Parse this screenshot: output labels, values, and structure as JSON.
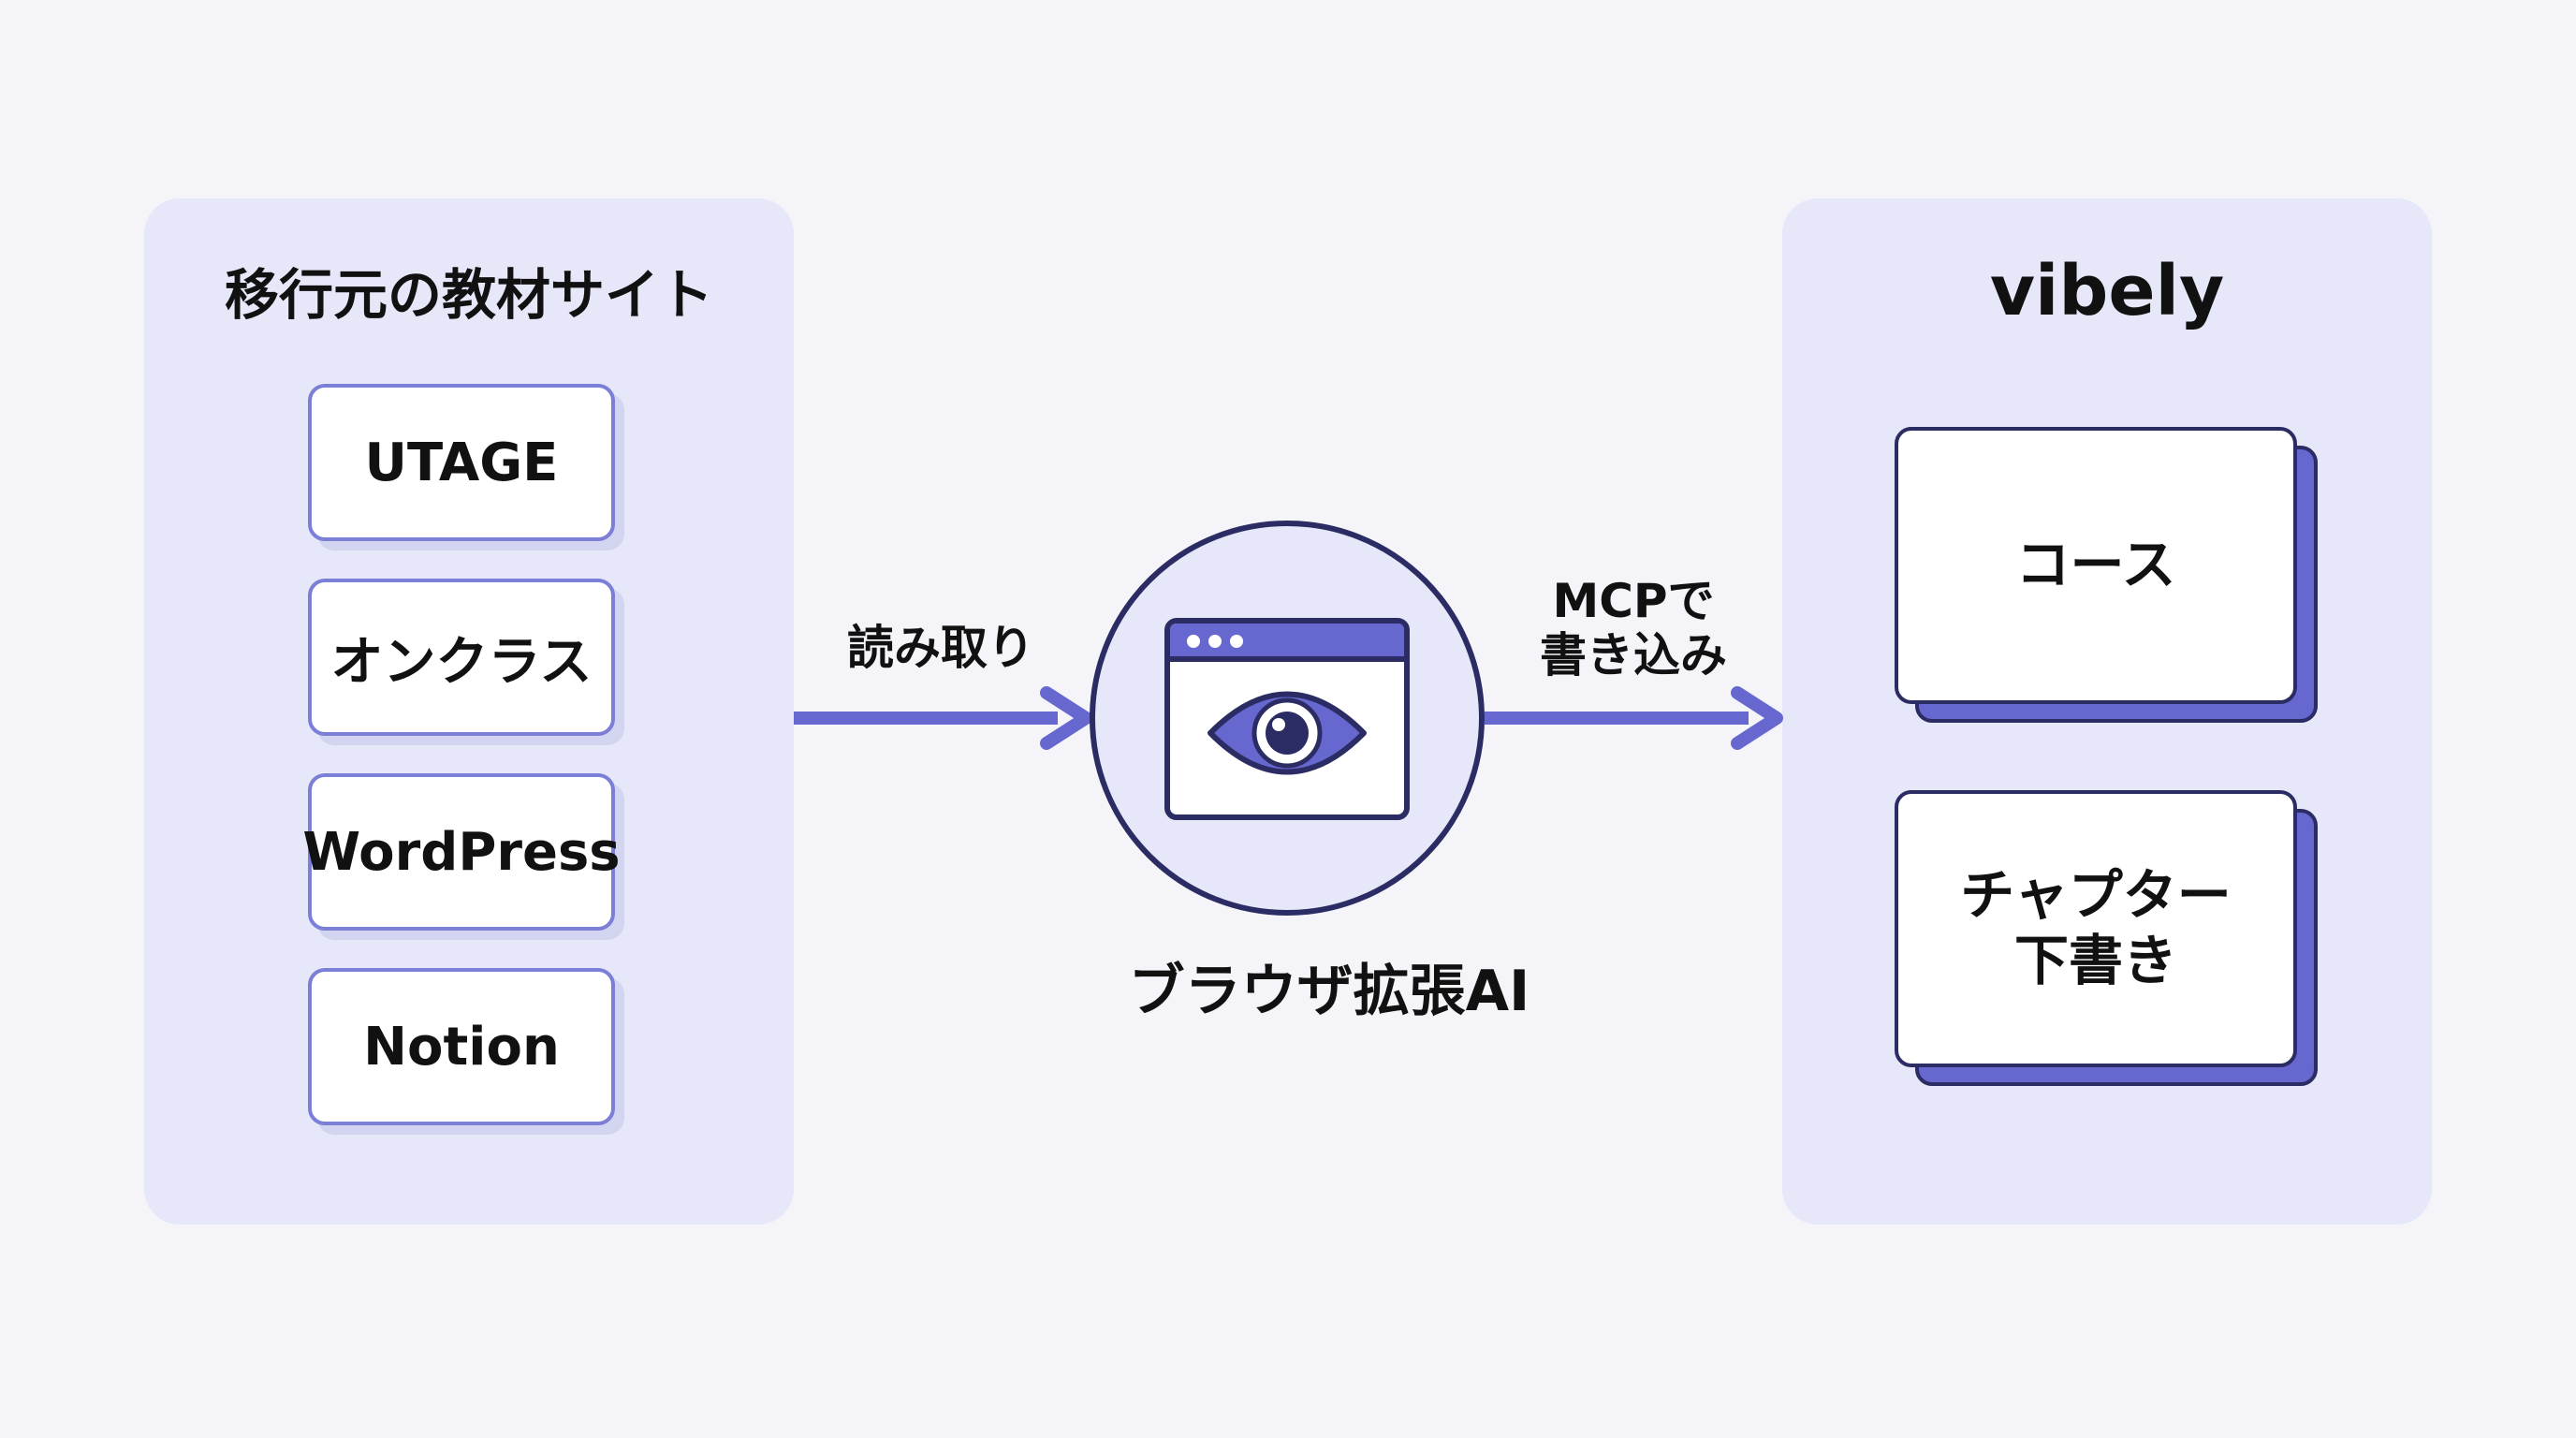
{
  "source_panel": {
    "title": "移行元の教材サイト",
    "items": [
      "UTAGE",
      "オンクラス",
      "WordPress",
      "Notion"
    ]
  },
  "arrow_read": {
    "label": "読み取り"
  },
  "center_node": {
    "caption": "ブラウザ拡張AI",
    "icon": "browser-eye-icon"
  },
  "arrow_write": {
    "label_line1": "MCPで",
    "label_line2": "書き込み"
  },
  "dest_panel": {
    "title": "vibely",
    "cards": [
      {
        "lines": [
          "コース"
        ]
      },
      {
        "lines": [
          "チャプター",
          "下書き"
        ]
      }
    ]
  },
  "colors": {
    "background": "#f4f4f9",
    "panel": "#e6e7f8",
    "accent": "#6668cf",
    "outline": "#2b2c63"
  }
}
